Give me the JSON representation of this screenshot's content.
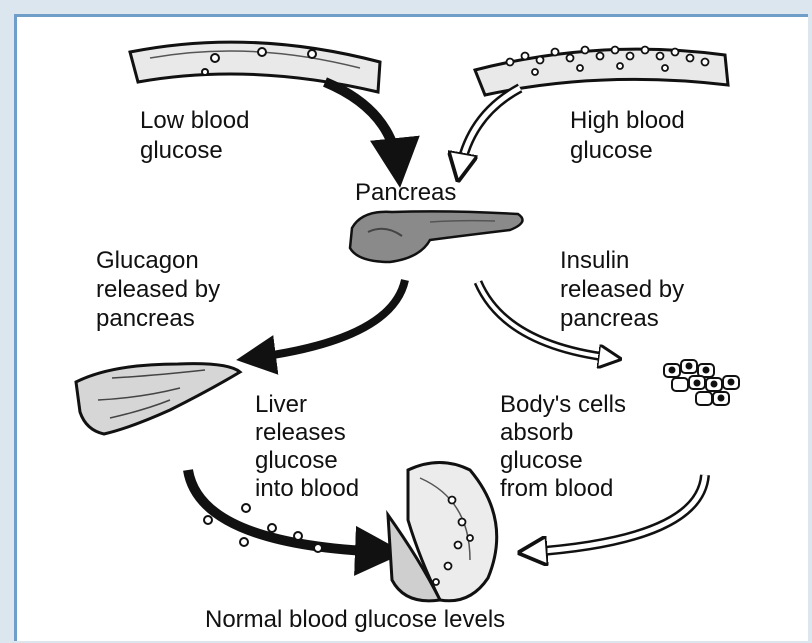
{
  "labels": {
    "low_line1": "Low blood",
    "low_line2": "glucose",
    "high_line1": "High blood",
    "high_line2": "glucose",
    "pancreas": "Pancreas",
    "glucagon_line1": "Glucagon",
    "glucagon_line2": "released by",
    "glucagon_line3": "pancreas",
    "insulin_line1": "Insulin",
    "insulin_line2": "released by",
    "insulin_line3": "pancreas",
    "liver_line1": "Liver",
    "liver_line2": "releases",
    "liver_line3": "glucose",
    "liver_line4": "into blood",
    "cells_line1": "Body's cells",
    "cells_line2": "absorb",
    "cells_line3": "glucose",
    "cells_line4": "from blood",
    "normal": "Normal blood glucose levels"
  },
  "icons": [
    "blood-vessel-icon",
    "pancreas-icon",
    "liver-icon",
    "body-cells-icon",
    "arrow-icon"
  ],
  "colors": {
    "frame": "#6f9fc8",
    "ink": "#111111",
    "organ": "#7a7a7a"
  }
}
